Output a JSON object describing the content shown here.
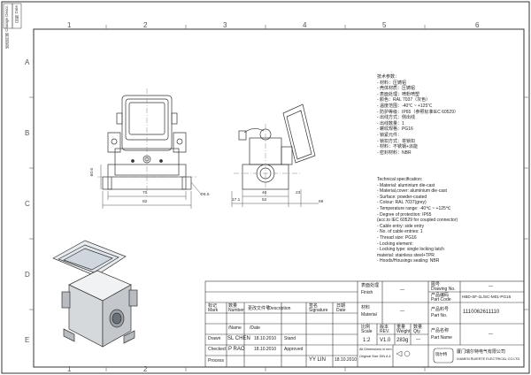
{
  "left_strip": {
    "labels": [
      "修改内容 Change Descr.",
      "日期 Date"
    ]
  },
  "zones": {
    "top": [
      "1",
      "2",
      "3",
      "4",
      "5",
      "6"
    ],
    "bottom": [
      "1",
      "2",
      "3",
      "4",
      "5",
      "6"
    ],
    "left": [
      "A",
      "B",
      "C",
      "D",
      "E"
    ]
  },
  "dimensions": {
    "height_left": "60.6",
    "width_70": "70",
    "width_82": "82",
    "side_6_5": "Φ6.5",
    "d17": "17.1",
    "d52": "52",
    "d40": "40",
    "d23": "23",
    "d69": "69"
  },
  "spec_cn": [
    "技术参数：",
    "- 材料：压铸铝",
    "- 壳体材质：压铸铝",
    "- 表面处理：喷粉喷塑",
    "- 颜色：RAL 7037（灰色）",
    "- 温度范围：-40℃ ~ +125℃",
    "- 防护等级：IP65（参照标准IEC 60529）",
    "- 出线方式：侧出线",
    "- 出线数量：1",
    "- 螺纹规格：PG16",
    "- 锁紧元件：",
    "  - 锁扣方式：单锁扣",
    "  - 材料：不锈钢+派能",
    "- 密封材料：NBR"
  ],
  "spec_en": [
    "Technical specification:",
    "- Material: aluminium die-cast",
    "- Material,cover: aluminium die-cast",
    "- Surface: powder-coated",
    "- Colour: RAL 7037(grey)",
    "- Temperature range: -40℃ ~ +125℃",
    "- Degree of protection: IP65",
    "  (acc.to IEC 60529 for coupled connector)",
    "- Cable entry: side entry",
    "- No. of cable entries: 1",
    "- Thread size: PG16",
    "- Locking element:",
    "    - Locking type: single locking latch",
    "      material: stainless steel+TPR",
    "- Hoods/Housings sealing: NBR"
  ],
  "title_block": {
    "finish_label_cn": "表面处理",
    "finish_label_en": "Finish",
    "finish_value": "—",
    "drawing_label_cn": "图号",
    "drawing_label_en": "Drawing No.",
    "drawing_value": "—",
    "partcode_label_cn": "产品编码",
    "partcode_label_en": "Part Code",
    "partcode_value": "HBD-SF-1L/SC-M01-PG16",
    "material_label_cn": "材料",
    "material_label_en": "Material",
    "material_value": "—",
    "partno_label_cn": "产品料号",
    "partno_label_en": "Part No.",
    "partno_value": "1110062611110",
    "partname_label_cn": "产品名称",
    "partname_label_en": "Part Name",
    "partname_value": "—",
    "col_mark_cn": "标记",
    "col_mark_en": "Mark",
    "col_num_cn": "数量",
    "col_num_en": "Number",
    "col_change_cn": "更改文件号",
    "col_change_en": "/Description",
    "col_sig_cn": "签名",
    "col_sig_en": "Signature",
    "col_date_cn": "日期",
    "col_date_en": "Date",
    "name_hdr": "/Name",
    "date_hdr": "/Date",
    "drawn_label": "Drawn",
    "drawn_name": "SL CHEN",
    "drawn_date": "18.10.2010",
    "checked_label": "Checked",
    "checked_name": "P RAO",
    "checked_date": "18.10.2010",
    "process_label": "Process",
    "stand_label": "Stand",
    "approved_label": "Approved",
    "approved_name": "YY LIN",
    "approved_date": "18.10.2010",
    "scale_label_cn": "比例",
    "scale_label_en": "Scale",
    "scale_value": "1:2",
    "rev_label_cn": "版本",
    "rev_label_en": "REV.",
    "rev_value": "V1.0",
    "weight_label_cn": "重量",
    "weight_label_en": "Weight",
    "weight_value": "283g",
    "qty_label_cn": "数量",
    "qty_label_en": "Qty.",
    "qty_value": "—",
    "dims_note_1": "All Dimensions in mm",
    "dims_note_2": "Original Size DIN A 4",
    "company_cn": "厦门瑞尔特电气有限公司",
    "company_en": "XIAMEN RUIERTE ELECTRICAL CO.LTD",
    "logo_text": "瑞尔特"
  }
}
